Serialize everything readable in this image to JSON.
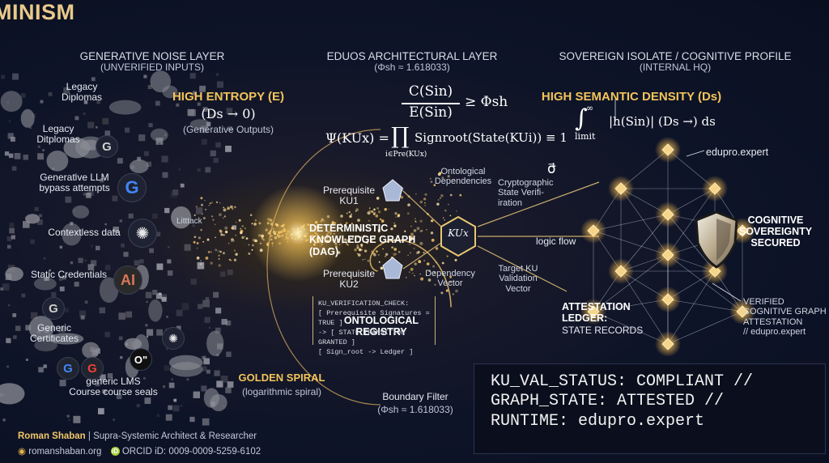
{
  "title": "FIELD THEORY OF SEMANTIC DETERMINISM",
  "headers": {
    "left": {
      "line1": "GENERATIVE NOISE LAYER",
      "line2": "(UNVERIFIED INPUTS)"
    },
    "middle": {
      "line1": "EDUOS ARCHITECTURAL LAYER",
      "line2": "(Φsh ≈ 1.618033)"
    },
    "right": {
      "line1": "SOVEREIGN ISOLATE / COGNITIVE PROFILE",
      "line2": "(INTERNAL HQ)"
    }
  },
  "left_panel": {
    "high_entropy": "HIGH ENTROPY (E)",
    "ds_zero": "(Ds → 0)",
    "generative_outputs": "(Generative Outputs)",
    "noise_items": {
      "legacy1": "Legacy\nDiplomas",
      "legacy2": "Legacy\nDitplomas",
      "llm": "Generative LLM\nbypass attempts",
      "contextless": "Contextless data",
      "static": "Static Credentials",
      "generic_cert": "Generic\nCertificates",
      "generic_lms": "generic LMS\nCourse course seals"
    },
    "attack_label": "Litttack"
  },
  "middle_panel": {
    "ratio_num": "C(Sin)",
    "ratio_den": "E(Sin)",
    "ratio_rel": "≥ Φsh",
    "psi_left": "Ψ(KUx) =",
    "psi_prod": "∏",
    "psi_under": "i∈Pre(KUx)",
    "psi_right": "Signroot(State(KUi)) ≡ 1",
    "dkg": "DETERMINISTIC\nKNOWLEDGE GRAPH\n(DAG)",
    "prereq1": "Prerequisite\nKU1",
    "prereq2": "Prerequisite\nKU2",
    "ontological_deps": "Ontological\nDependencies",
    "crypto": "Cryptographic\nState Verifi-\niration",
    "ku_center": "KUx",
    "dependency_vector": "Dependency\nVector",
    "target_vector": "Target KU\nValidation\nVector",
    "logic_flow": "logic flow",
    "sigma": "σ⃗",
    "ontological_registry": "ONTOLOGICAL\nREGISTRY",
    "verification_box": [
      "KU_VERIFICATION_CHECK:",
      "[ Prerequisite Signatures = TRUE ]",
      "-> [ STATE TRANSITION GRANTED ]",
      "[ Sign_root -> Ledger ]"
    ],
    "attestation": "ATTESTATION\nLEDGER:",
    "state_records": "STATE RECORDS",
    "golden_spiral": "GOLDEN SPIRAL",
    "log_spiral": "(logarithmic spiral)",
    "boundary_filter": "Boundary Filter",
    "boundary_phi": "(Φsh ≈ 1.618033)"
  },
  "right_panel": {
    "high_density": "HIGH SEMANTIC DENSITY (Ds)",
    "integral": "∫",
    "int_upper": "∞",
    "int_lower": "limit",
    "integrand": "|h(Sin)| (Ds →) ds",
    "edupro": "edupro.expert",
    "cognitive": "COGNITIVE\nSOVEREIGNTY\nSECURED",
    "verified": "VERIFIED\nCOGNITIVE GRAPH\nATTESTATION\n// edupro.expert"
  },
  "status_box": {
    "line1": "KU_VAL_STATUS: COMPLIANT //",
    "line2": "GRAPH_STATE: ATTESTED //",
    "line3": "RUNTIME: edupro.expert"
  },
  "footer": {
    "name": "Roman Shaban",
    "role": "| Supra-Systemic Architect & Researcher",
    "site": "romanshaban.org",
    "orcid": "ORCID iD: 0009-0009-5259-6102"
  },
  "icons": {
    "google": "G",
    "openai": "✺",
    "anthropic": "AI",
    "generic_g": "G",
    "o_logo": "O\""
  },
  "colors": {
    "gold": "#f3c45a",
    "background": "#0c1124",
    "google_blue": "#4285F4",
    "google_red": "#EA4335",
    "google_yellow": "#FBBC05",
    "google_green": "#34A853",
    "anthropic_orange": "#d97757"
  }
}
